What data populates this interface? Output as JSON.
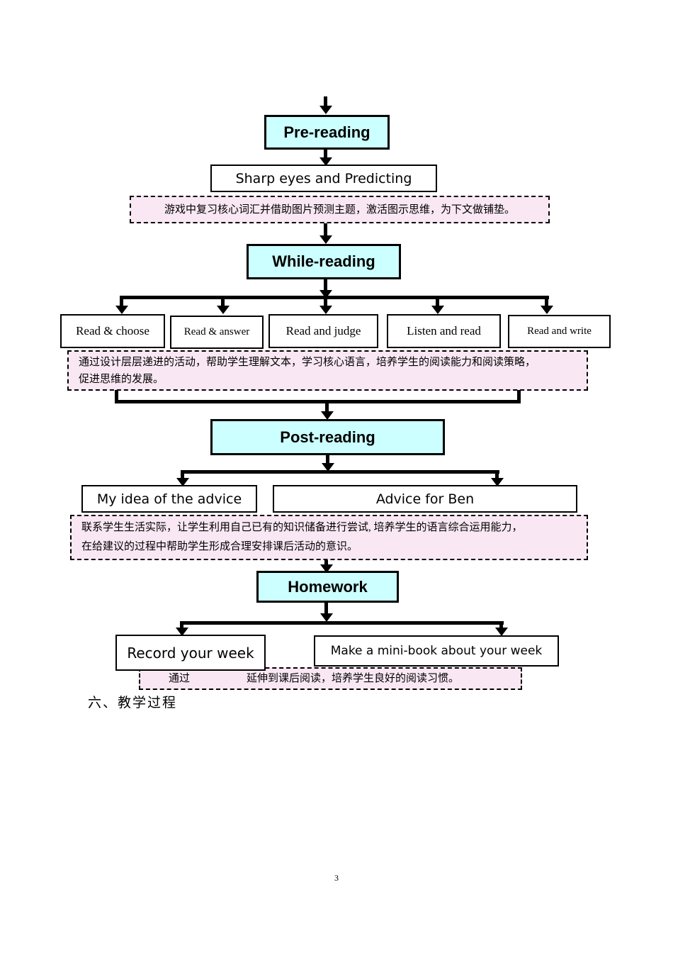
{
  "page": {
    "number": "3",
    "section_heading": "六、教学过程"
  },
  "colors": {
    "stage_fill": "#CCFFFF",
    "note_fill": "#F9E8F3",
    "line": "#000000",
    "page_bg": "#FFFFFF"
  },
  "flow": {
    "pre_reading": {
      "stage_label": "Pre-reading",
      "activity": "Sharp eyes and Predicting",
      "note": "游戏中复习核心词汇并借助图片预测主题，激活图示思维，为下文做铺垫。"
    },
    "while_reading": {
      "stage_label": "While-reading",
      "activities": [
        "Read & choose",
        "Read & answer",
        "Read and judge",
        "Listen and read",
        "Read and write"
      ],
      "note_line1": "通过设计层层递进的活动，帮助学生理解文本，学习核心语言，培养学生的阅读能力和阅读策略，",
      "note_line2": "促进思维的发展。"
    },
    "post_reading": {
      "stage_label": "Post-reading",
      "activities": [
        "My idea of the advice",
        "Advice for Ben"
      ],
      "note_line1": "联系学生生活实际，让学生利用自己已有的知识储备进行尝试, 培养学生的语言综合运用能力，",
      "note_line2": "在给建议的过程中帮助学生形成合理安排课后活动的意识。"
    },
    "homework": {
      "stage_label": "Homework",
      "activities": [
        "Record your week",
        "Make a mini-book about your week"
      ],
      "note_part1": "通过",
      "note_part2": "延伸到课后阅读，培养学生良好的阅读习惯。"
    }
  }
}
